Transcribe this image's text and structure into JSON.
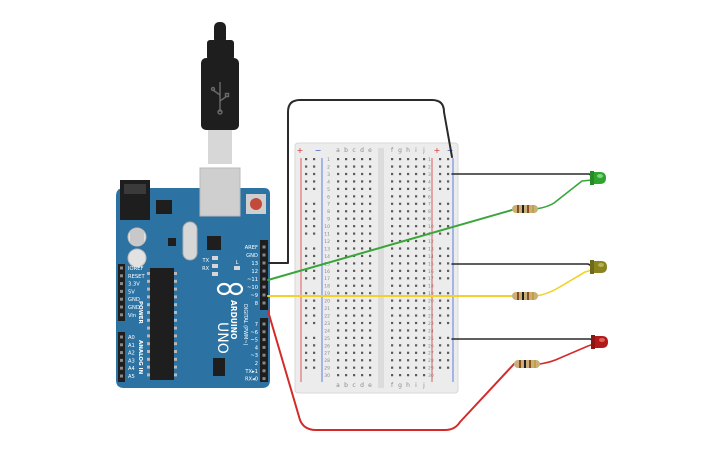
{
  "arduino": {
    "brand": "ARDUINO",
    "model": "UNO",
    "digital_label": "DIGITAL (PWM~)",
    "power_label": "POWER",
    "analog_label": "ANALOG IN",
    "header_top_labels": [
      "AREF",
      "GND",
      "13",
      "12",
      "~11",
      "~10",
      "~9",
      "8"
    ],
    "header_bottom_labels": [
      "7",
      "~6",
      "~5",
      "4",
      "~3",
      "2",
      "TX▸1",
      "RX◂0"
    ],
    "power_pins": [
      "IOREF",
      "RESET",
      "3.3V",
      "5V",
      "GND",
      "GND",
      "Vin"
    ],
    "analog_pins": [
      "A0",
      "A1",
      "A2",
      "A3",
      "A4",
      "A5"
    ],
    "led_labels": [
      "TX",
      "RX",
      "L"
    ],
    "colors": {
      "board": "#2c73a3",
      "board_dark": "#1f5a85",
      "usb": "#1e1e1e"
    }
  },
  "breadboard": {
    "columns_left": [
      "a",
      "b",
      "c",
      "d",
      "e"
    ],
    "columns_right": [
      "f",
      "g",
      "h",
      "i",
      "j"
    ],
    "rail_plus": "+",
    "rail_minus": "−",
    "row_count": 30
  },
  "wires": {
    "colors": {
      "black": "#2a2a2a",
      "green": "#3aa63a",
      "yellow": "#f2d228",
      "red": "#d42a2a"
    }
  },
  "leds": {
    "colors": {
      "green": "#2fa52f",
      "yellow": "#8a8420",
      "red": "#b21a1a"
    }
  },
  "resistor": {
    "body_color": "#c9b07a"
  }
}
